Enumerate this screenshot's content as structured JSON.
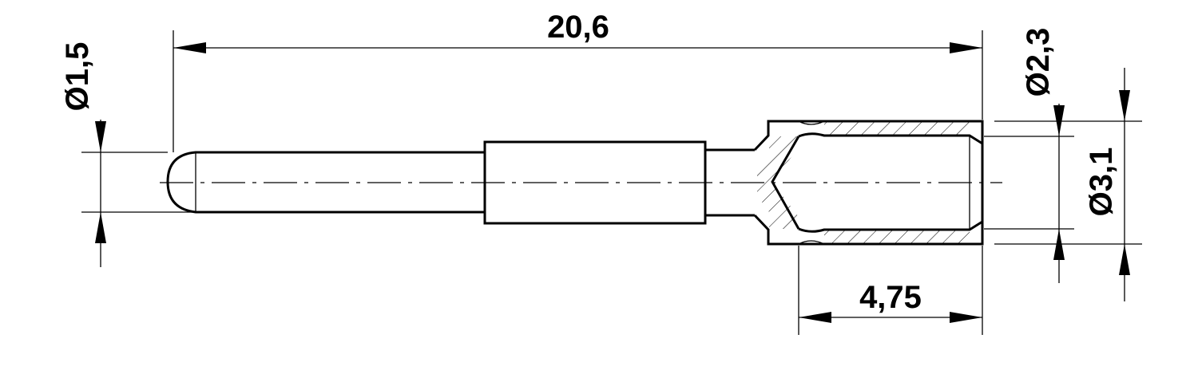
{
  "dimensions": {
    "total_length": "20,6",
    "tip_diameter": "Ø1,5",
    "bore_diameter": "Ø2,3",
    "outer_diameter": "Ø3,1",
    "bore_depth": "4,75"
  }
}
